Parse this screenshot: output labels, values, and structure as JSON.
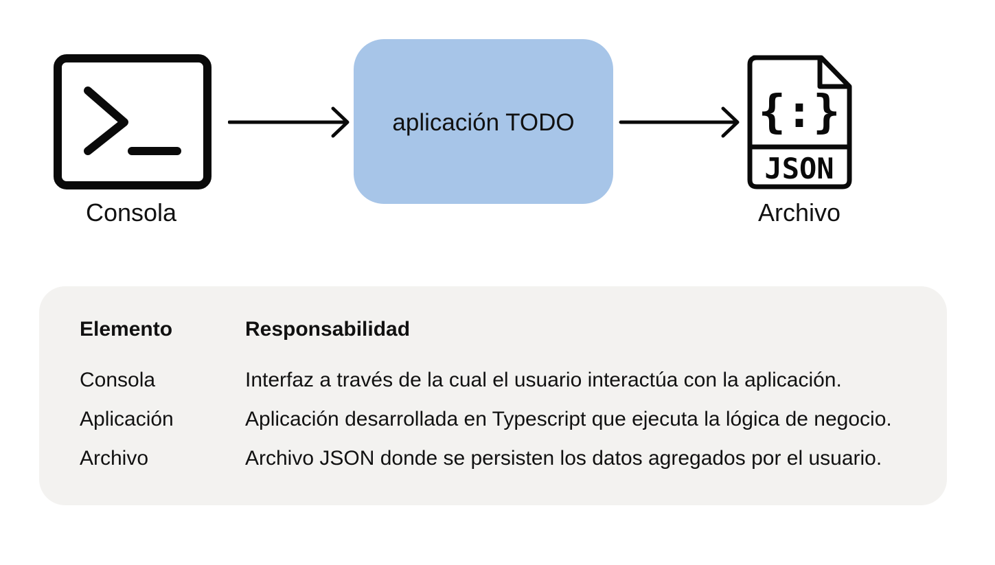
{
  "diagram": {
    "console_label": "Consola",
    "app_label": "aplicación TODO",
    "file_label": "Archivo",
    "file_icon_text": "JSON",
    "file_icon_glyph": "{:}",
    "icons": [
      "terminal-icon",
      "json-file-icon",
      "arrow-right-icon"
    ]
  },
  "table": {
    "headers": [
      "Elemento",
      "Responsabilidad"
    ],
    "rows": [
      {
        "element": "Consola",
        "responsibility": "Interfaz a través de la cual el usuario interactúa con la aplicación."
      },
      {
        "element": "Aplicación",
        "responsibility": "Aplicación desarrollada en Typescript que ejecuta la lógica de negocio."
      },
      {
        "element": "Archivo",
        "responsibility": "Archivo JSON donde se persisten los datos agregados por el usuario."
      }
    ]
  },
  "colors": {
    "app_box": "#a7c5e8",
    "table_background": "#f3f2f0",
    "stroke": "#0a0a0a"
  }
}
